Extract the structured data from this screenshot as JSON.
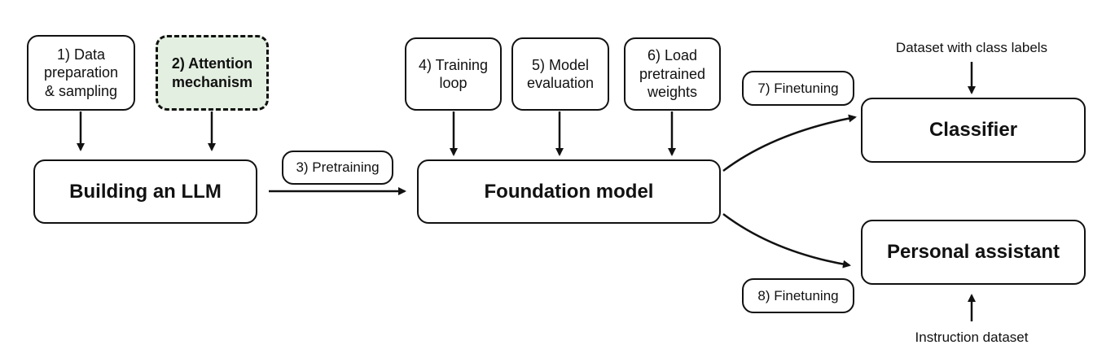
{
  "steps": {
    "data_prep": "1) Data\npreparation\n& sampling",
    "attention": "2) Attention\nmechanism",
    "pretraining": "3) Pretraining",
    "training_loop": "4) Training\nloop",
    "model_eval": "5) Model\nevaluation",
    "load_weights": "6) Load\npretrained\nweights",
    "finetuning_7": "7) Finetuning",
    "finetuning_8": "8) Finetuning"
  },
  "main_nodes": {
    "building_llm": "Building an LLM",
    "foundation_model": "Foundation model",
    "classifier": "Classifier",
    "personal_assistant": "Personal assistant"
  },
  "inputs": {
    "dataset_class_labels": "Dataset with class labels",
    "instruction_dataset": "Instruction dataset"
  },
  "colors": {
    "highlight_fill": "#e3efe0",
    "stroke": "#111111"
  }
}
